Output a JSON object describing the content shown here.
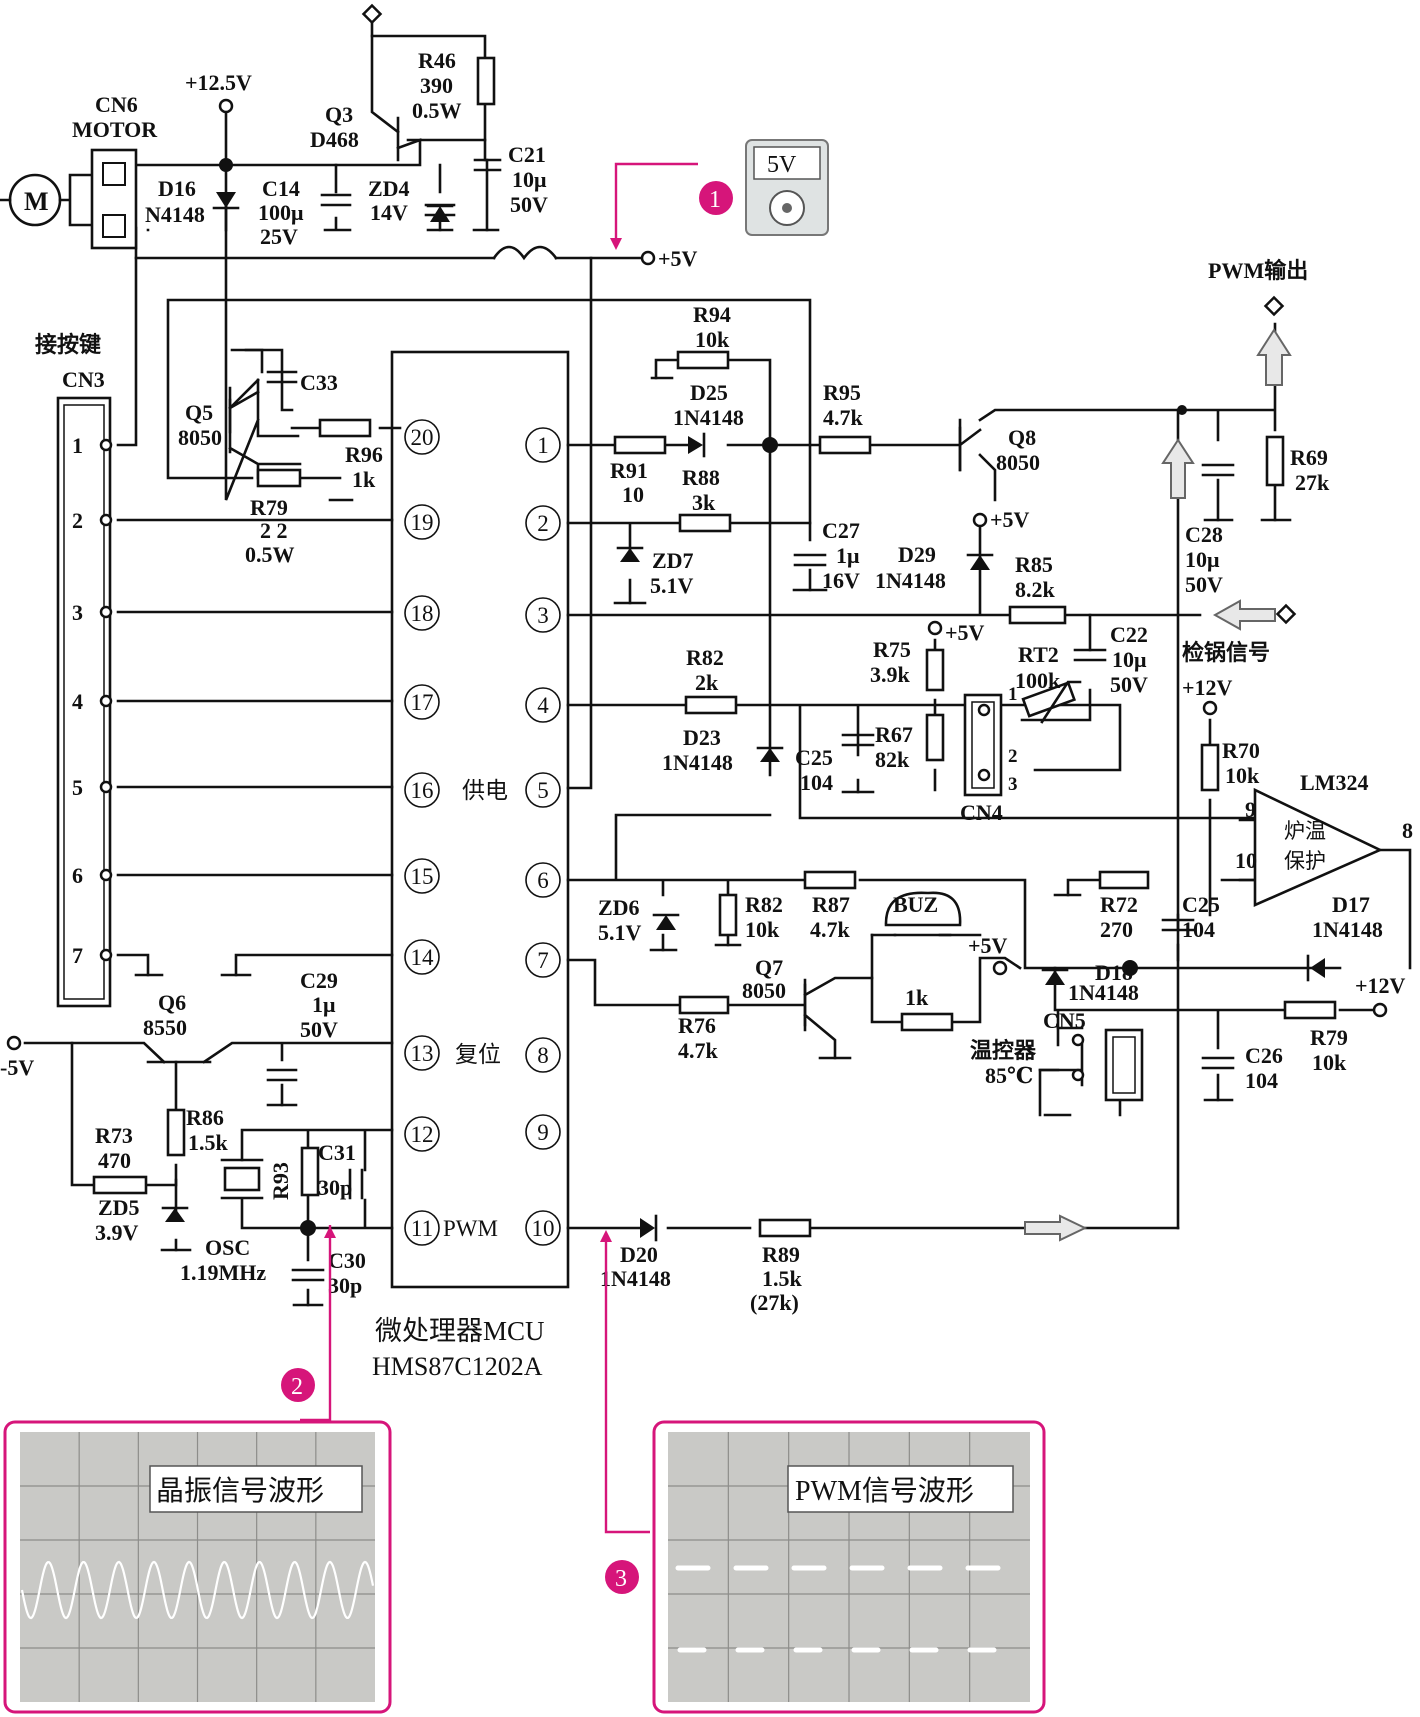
{
  "mcu": {
    "name": "微处理器MCU",
    "model": "HMS87C1202A",
    "pins_left": [
      "20",
      "19",
      "18",
      "17",
      "16",
      "15",
      "14",
      "13",
      "12",
      "11"
    ],
    "pins_right": [
      "1",
      "2",
      "3",
      "4",
      "5",
      "6",
      "7",
      "8",
      "9",
      "10"
    ],
    "pin5_label": "供电",
    "pin8_label": "复位",
    "pin11_label": "PWM"
  },
  "connectors": {
    "cn6": "CN6",
    "motor": "MOTOR",
    "motor_symbol": "M",
    "cn3": "CN3",
    "cn3_title": "接按键",
    "cn3_pins": [
      "1",
      "2",
      "3",
      "4",
      "5",
      "6",
      "7"
    ],
    "cn4": "CN4",
    "cn5": "CN5",
    "cn4_pins": [
      "1",
      "2",
      "3"
    ]
  },
  "supplies": {
    "v12_5": "+12.5V",
    "v5": "+5V",
    "v12": "+12V",
    "neg5": "-5V"
  },
  "components": {
    "r46": [
      "R46",
      "390",
      "0.5W"
    ],
    "q3": [
      "Q3",
      "D468"
    ],
    "c21": [
      "C21",
      "10μ",
      "50V"
    ],
    "d16": [
      "D16",
      "N4148"
    ],
    "c14": [
      "C14",
      "100μ",
      "25V"
    ],
    "zd4": [
      "ZD4",
      "14V"
    ],
    "c33": "C33",
    "q5": [
      "Q5",
      "8050"
    ],
    "r96": [
      "R96",
      "1k"
    ],
    "r79a": [
      "R79",
      "2 2",
      "0.5W"
    ],
    "r94": [
      "R94",
      "10k"
    ],
    "d25": [
      "D25",
      "1N4148"
    ],
    "r95": [
      "R95",
      "4.7k"
    ],
    "q8": [
      "Q8",
      "8050"
    ],
    "r69": [
      "R69",
      "27k"
    ],
    "c28": [
      "C28",
      "10μ",
      "50V"
    ],
    "r91": [
      "R91",
      "10"
    ],
    "r88": [
      "R88",
      "3k"
    ],
    "zd7": [
      "ZD7",
      "5.1V"
    ],
    "c27": [
      "C27",
      "1μ",
      "16V"
    ],
    "d29": [
      "D29",
      "1N4148"
    ],
    "r85": [
      "R85",
      "8.2k"
    ],
    "r75": [
      "R75",
      "3.9k"
    ],
    "c22": [
      "C22",
      "10μ",
      "50V"
    ],
    "rt2": [
      "RT2",
      "100k"
    ],
    "r82a": [
      "R82",
      "2k"
    ],
    "d23": [
      "D23",
      "1N4148"
    ],
    "c25a": [
      "C25",
      "104"
    ],
    "r67": [
      "R67",
      "82k"
    ],
    "r70": [
      "R70",
      "10k"
    ],
    "lm324": "LM324",
    "opamp": [
      "炉温",
      "保护"
    ],
    "op_pins": [
      "9",
      "10",
      "8"
    ],
    "zd6": [
      "ZD6",
      "5.1V"
    ],
    "r82b": [
      "R82",
      "10k"
    ],
    "r87": [
      "R87",
      "4.7k"
    ],
    "buz": "BUZ",
    "r72": [
      "R72",
      "270"
    ],
    "c25b": [
      "C25",
      "104"
    ],
    "d17": [
      "D17",
      "1N4148"
    ],
    "q7": [
      "Q7",
      "8050"
    ],
    "r76": [
      "R76",
      "4.7k"
    ],
    "r1k": "1k",
    "d18": [
      "D18",
      "1N4148"
    ],
    "r79b": [
      "R79",
      "10k"
    ],
    "c26": [
      "C26",
      "104"
    ],
    "thermostat": [
      "温控器",
      "85℃"
    ],
    "q6": [
      "Q6",
      "8550"
    ],
    "c29": [
      "C29",
      "1μ",
      "50V"
    ],
    "r73": [
      "R73",
      "470"
    ],
    "r86": [
      "R86",
      "1.5k"
    ],
    "zd5": [
      "ZD5",
      "3.9V"
    ],
    "r93": "R93",
    "c31": [
      "C31",
      "30p"
    ],
    "osc": [
      "OSC",
      "1.19MHz"
    ],
    "c30": [
      "C30",
      "30p"
    ],
    "d20": [
      "D20",
      "1N4148"
    ],
    "r89": [
      "R89",
      "1.5k",
      "(27k)"
    ]
  },
  "signals": {
    "pwm_out": "PWM输出",
    "pot_detect": "检锅信号"
  },
  "callouts": {
    "meter_reading": "5V",
    "markers": [
      "1",
      "2",
      "3"
    ],
    "scope1_title": "晶振信号波形",
    "scope2_title": "PWM信号波形"
  },
  "colors": {
    "accent": "#d6157a",
    "wire": "#111111",
    "scope_bg": "#c9c9c6"
  }
}
